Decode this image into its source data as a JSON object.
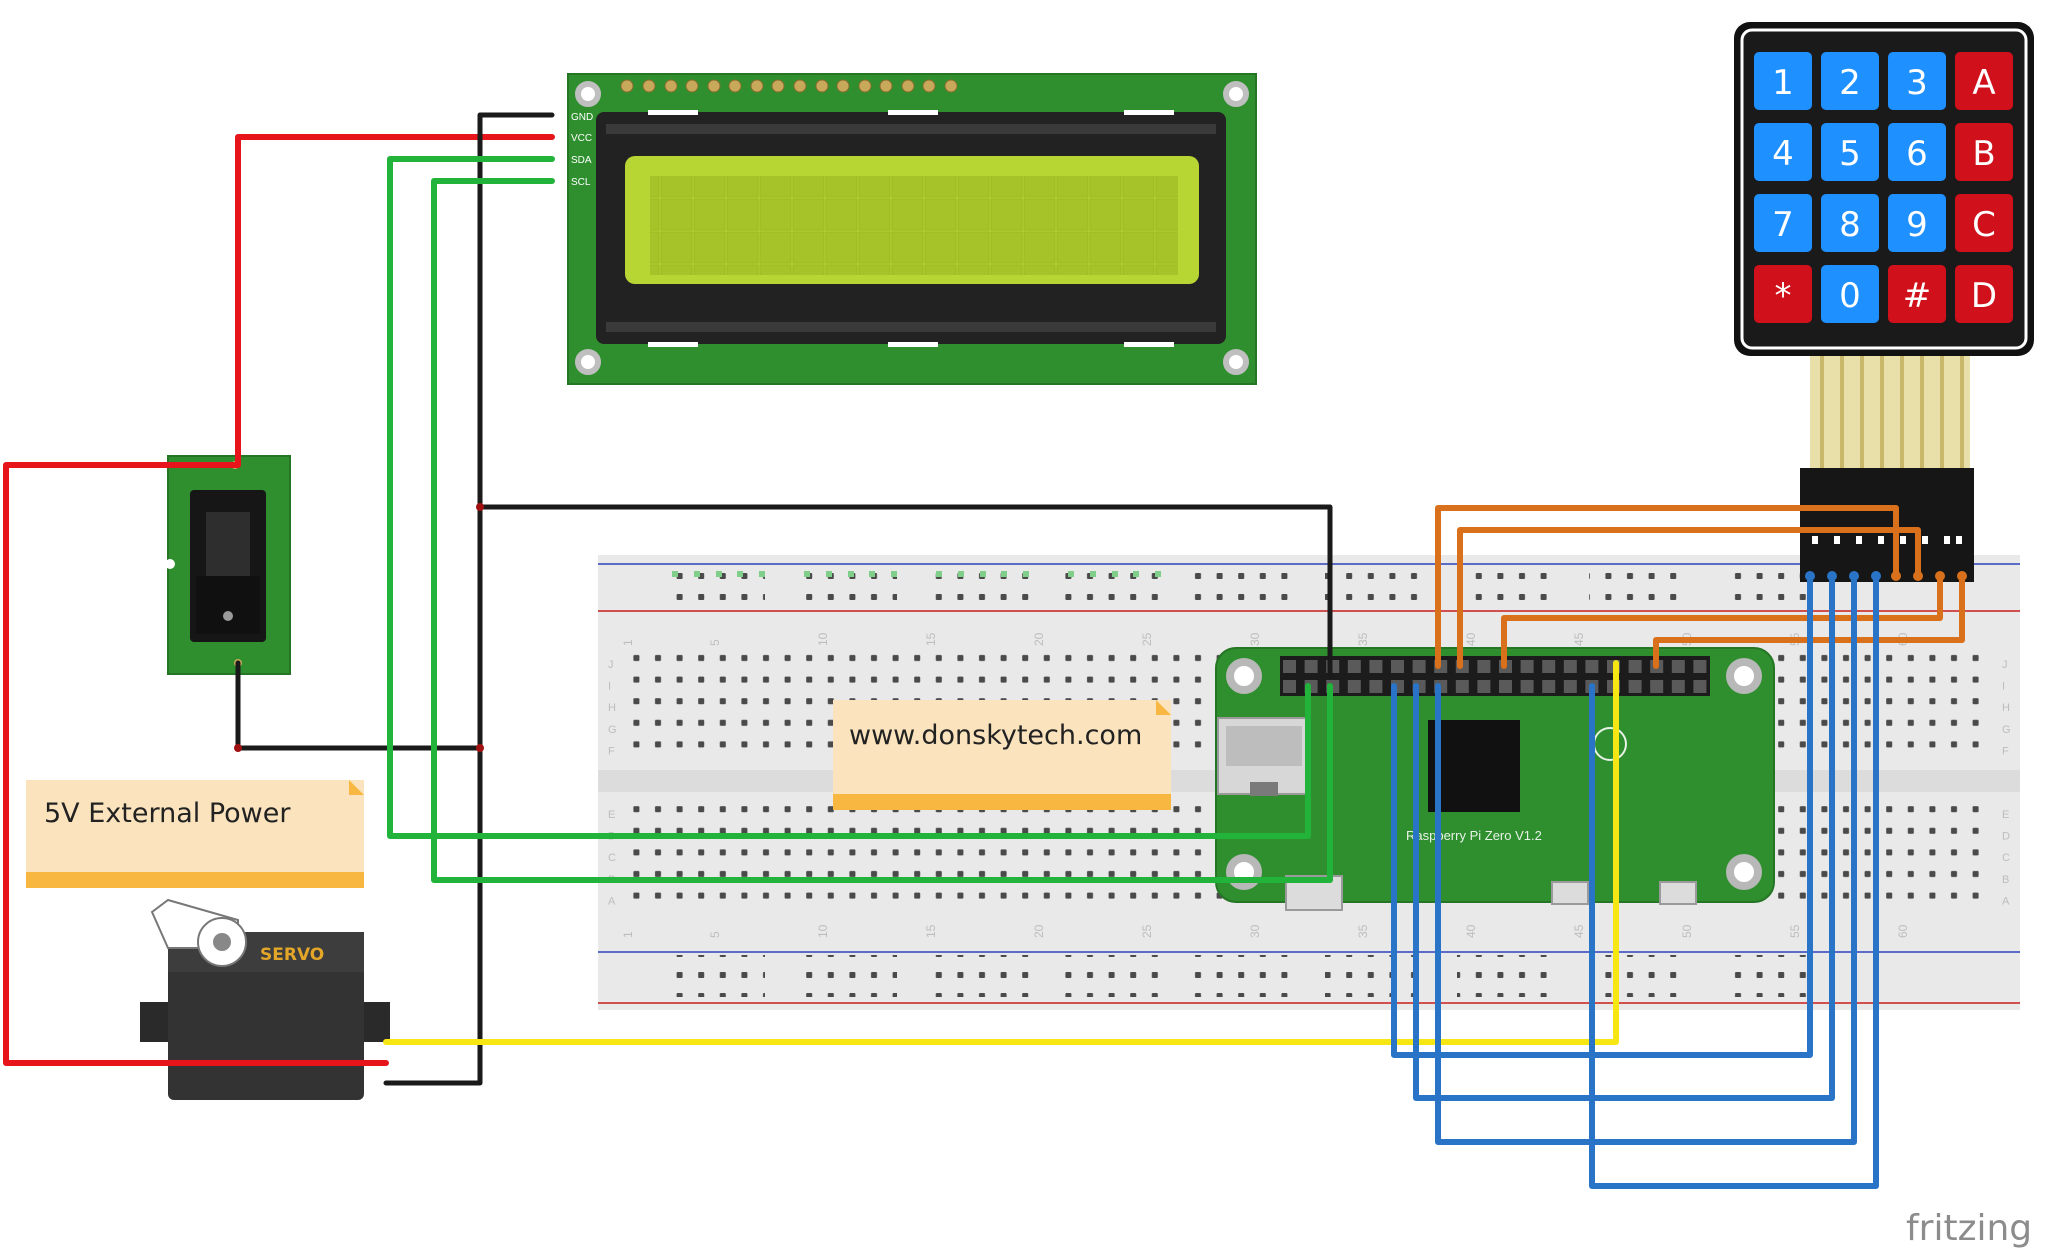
{
  "notes": {
    "website": "www.donskytech.com",
    "power": "5V External Power"
  },
  "lcd": {
    "pins": [
      "GND",
      "VCC",
      "SDA",
      "SCL"
    ]
  },
  "keypad": {
    "keys": [
      {
        "label": "1",
        "color": "blue"
      },
      {
        "label": "2",
        "color": "blue"
      },
      {
        "label": "3",
        "color": "blue"
      },
      {
        "label": "A",
        "color": "red"
      },
      {
        "label": "4",
        "color": "blue"
      },
      {
        "label": "5",
        "color": "blue"
      },
      {
        "label": "6",
        "color": "blue"
      },
      {
        "label": "B",
        "color": "red"
      },
      {
        "label": "7",
        "color": "blue"
      },
      {
        "label": "8",
        "color": "blue"
      },
      {
        "label": "9",
        "color": "blue"
      },
      {
        "label": "C",
        "color": "red"
      },
      {
        "label": "*",
        "color": "red"
      },
      {
        "label": "0",
        "color": "blue"
      },
      {
        "label": "#",
        "color": "red"
      },
      {
        "label": "D",
        "color": "red"
      }
    ]
  },
  "servo": {
    "label": "SERVO"
  },
  "pi": {
    "label": "Raspberry Pi Zero V1.2"
  },
  "breadboard": {
    "col_numbers": [
      "1",
      "5",
      "10",
      "15",
      "20",
      "25",
      "30",
      "35",
      "40",
      "45",
      "50",
      "55",
      "60"
    ],
    "rows_top": [
      "J",
      "I",
      "H",
      "G",
      "F"
    ],
    "rows_bottom": [
      "E",
      "D",
      "C",
      "B",
      "A"
    ]
  },
  "branding": "fritzing",
  "colors": {
    "wire_red": "#e8141b",
    "wire_black": "#1a1a1a",
    "wire_green": "#22b33a",
    "wire_yellow": "#f5e614",
    "wire_orange": "#d9711c",
    "wire_blue": "#2a74c8",
    "pcb_green": "#2f8f2f",
    "lcd_screen": "#b8d633",
    "key_blue": "#1e90ff",
    "key_red": "#d0101a"
  }
}
